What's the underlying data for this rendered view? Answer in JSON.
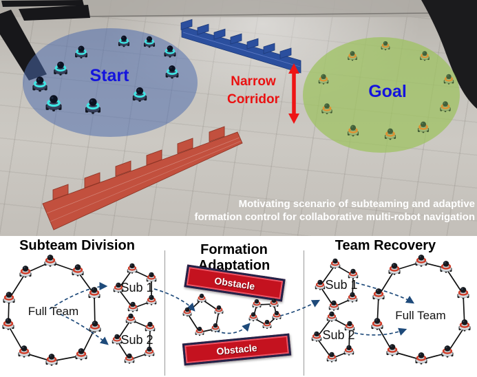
{
  "photo": {
    "start_label": "Start",
    "goal_label": "Goal",
    "corridor_line1": "Narrow",
    "corridor_line2": "Corridor",
    "caption_line1": "Motivating scenario of subteaming and adaptive",
    "caption_line2": "formation control for collaborative multi-robot navigation"
  },
  "panels": {
    "division": {
      "title": "Subteam Division",
      "full_team_label": "Full Team",
      "sub1_label": "Sub 1",
      "sub2_label": "Sub 2"
    },
    "adaptation": {
      "title": "Formation Adaptation",
      "obstacle_top_label": "Obstacle",
      "obstacle_bottom_label": "Obstacle"
    },
    "recovery": {
      "title": "Team Recovery",
      "sub1_label": "Sub 1",
      "sub2_label": "Sub 2",
      "full_team_label": "Full Team"
    }
  },
  "colors": {
    "start_overlay": "#4a69ad",
    "goal_overlay": "#9cc25e",
    "label_blue": "#1414dd",
    "annotation_red": "#ea1111",
    "obstacle_red": "#c4121f",
    "arrow_navy": "#1e4a7a",
    "blue_wall": "#2b4f9e",
    "red_wall": "#c2503e",
    "caption_white": "#ffffff"
  }
}
